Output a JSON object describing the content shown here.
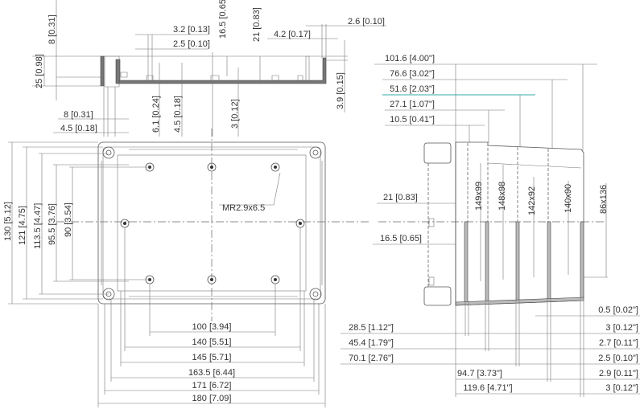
{
  "top_section": {
    "dims": [
      "8 [0.31]",
      "25 [0.98]",
      "3.2 [0.13]",
      "2.5 [0.10]",
      "16.5 [0.65]",
      "21 [0.83]",
      "4.2 [0.17]",
      "2.6 [0.10]",
      "3.9 [0.15]",
      "8 [0.31]",
      "4.5 [0.18]",
      "6.1 [0.24]",
      "4.5 [0.18]",
      "3 [0.12]"
    ]
  },
  "front_view": {
    "height_dims": [
      "130 [5.12]",
      "121 [4.75]",
      "113.5 [4.47]",
      "95.5 [3.76]",
      "90 [3.54]"
    ],
    "width_dims": [
      "100 [3.94]",
      "140 [5.51]",
      "145 [5.71]",
      "163.5 [6.44]",
      "171 [6.72]",
      "180 [7.09]"
    ],
    "hole_label": "MR2.9x6.5"
  },
  "side_view": {
    "top_dims": [
      "101.6 [4.00\"]",
      "76.6 [3.02\"]",
      "51.6 [2.03\"]",
      "27.1 [1.07\"]",
      "10.5 [0.41\"]"
    ],
    "left_dims": [
      "21 [0.83]",
      "16.5 [0.65]"
    ],
    "pcb_sizes": [
      "149x99",
      "148x98",
      "142x92",
      "140x90",
      "86x136"
    ],
    "bottom_dims": [
      "28.5 [1.12\"]",
      "45.4 [1.79\"]",
      "70.1 [2.76\"]",
      "94.7 [3.73\"]",
      "119.6 [4.71\"]"
    ],
    "wall_dims": [
      "0.5 [0.02\"]",
      "3 [0.12\"]",
      "2.7 [0.11\"]",
      "2.5 [0.10\"]",
      "2.9 [0.11\"]",
      "3 [0.12\"]"
    ],
    "accent_color": "#3aa7a7"
  }
}
